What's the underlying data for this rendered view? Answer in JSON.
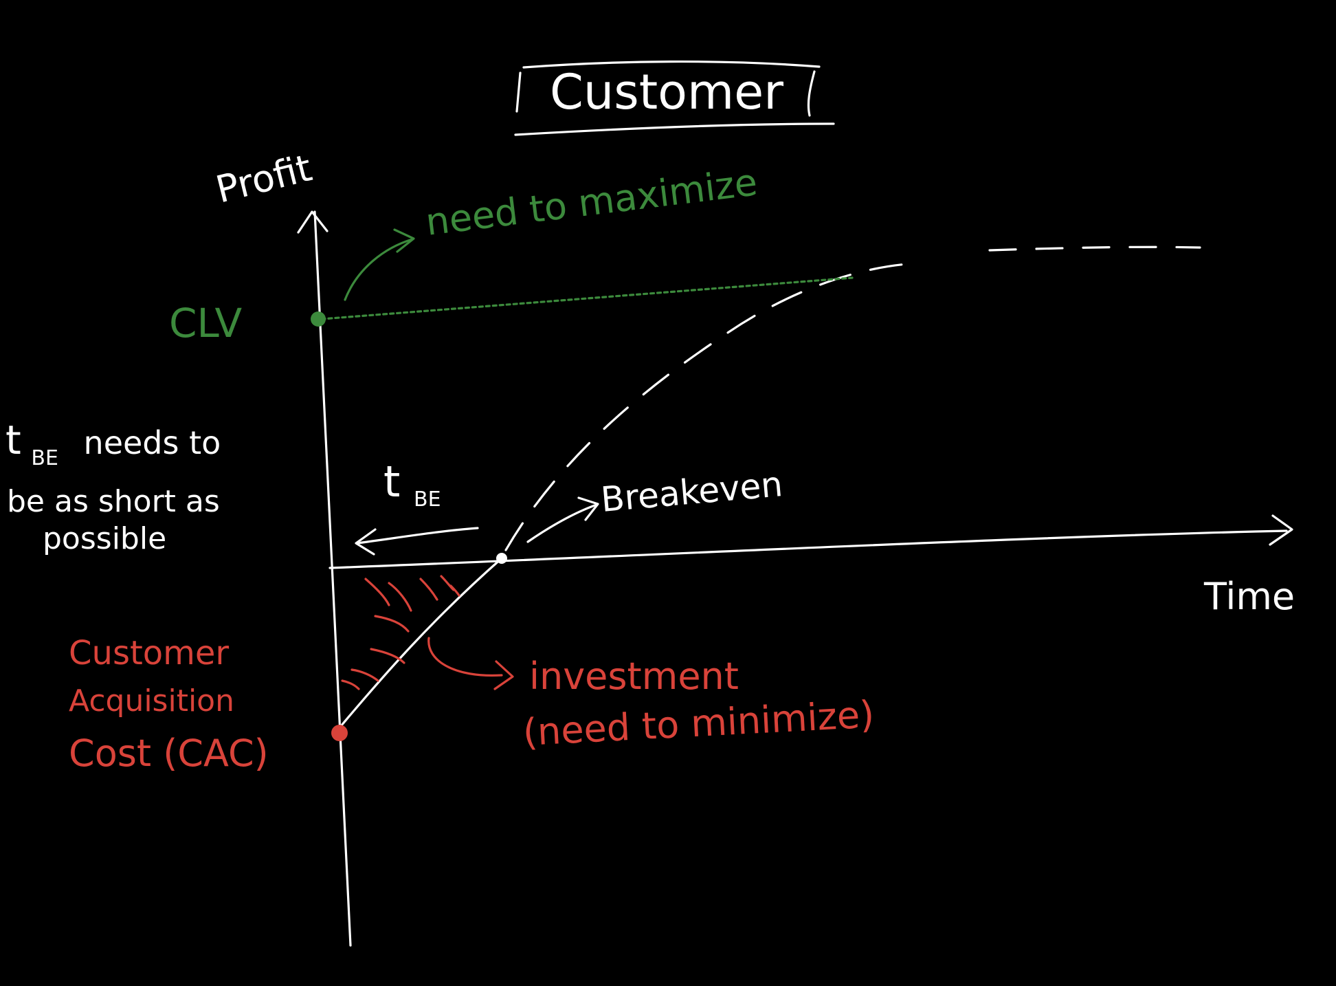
{
  "title": "Customer",
  "axes": {
    "y_label": "Profit",
    "x_label": "Time"
  },
  "annotations": {
    "clv_label": "CLV",
    "clv_note": "need to maximize",
    "tbe_main": "t",
    "tbe_sub": "BE",
    "tbe_note_line1_main": "t",
    "tbe_note_line1_sub": "BE",
    "tbe_note_line1_rest": "needs to",
    "tbe_note_line2": "be as short as",
    "tbe_note_line3": "possible",
    "breakeven_label": "Breakeven",
    "cac_line1": "Customer",
    "cac_line2": "Acquisition",
    "cac_line3": "Cost (CAC)",
    "investment_line1": "investment",
    "investment_line2": "(need to minimize)"
  },
  "colors": {
    "background": "#000000",
    "ink": "#ffffff",
    "maximize": "#3c8a3c",
    "minimize": "#d9433a"
  }
}
